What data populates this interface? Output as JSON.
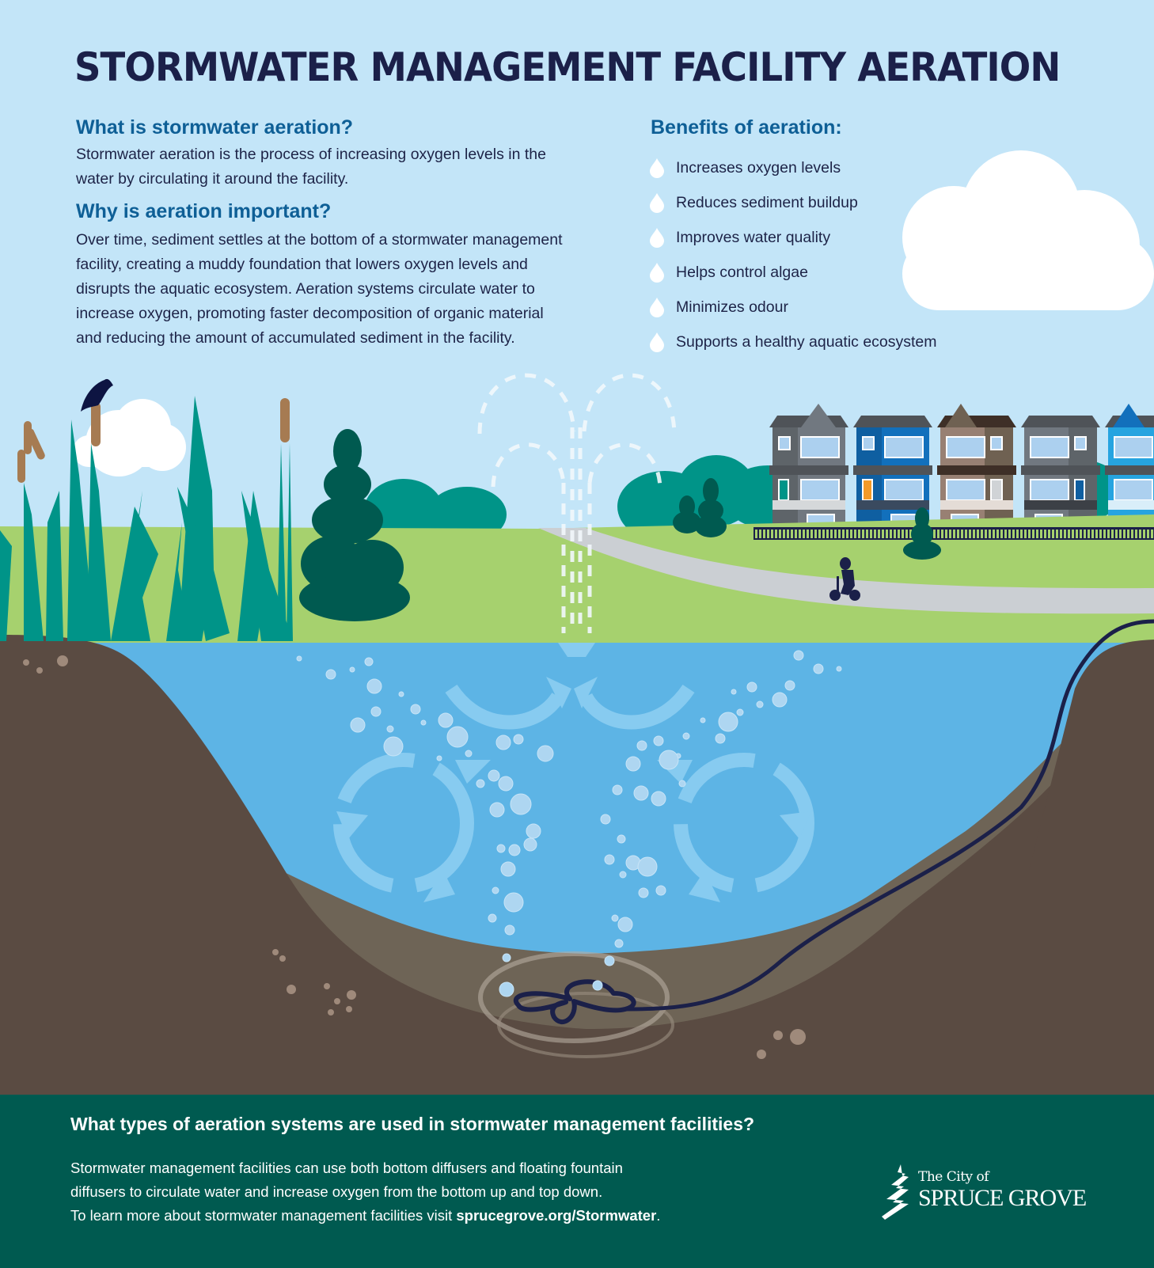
{
  "header": {
    "title": "STORMWATER MANAGEMENT FACILITY AERATION"
  },
  "intro": {
    "what_heading": "What is stormwater aeration?",
    "what_lines": [
      "Stormwater aeration is the process of increasing oxygen levels in the",
      "water by circulating it around the facility."
    ],
    "why_heading": "Why is aeration important?",
    "why_lines": [
      "Over time, sediment settles at the bottom of a stormwater management",
      "facility, creating a muddy foundation that lowers oxygen levels and",
      "disrupts the aquatic ecosystem. Aeration systems circulate water to",
      "increase oxygen, promoting faster decomposition of organic material",
      "and reducing the amount of accumulated sediment in the facility."
    ]
  },
  "benefits": {
    "heading": "Benefits of aeration:",
    "items": [
      {
        "icon": "water-drop-icon",
        "label": "Increases oxygen levels"
      },
      {
        "icon": "water-drop-icon",
        "label": "Reduces sediment buildup"
      },
      {
        "icon": "water-drop-icon",
        "label": "Improves water quality"
      },
      {
        "icon": "water-drop-icon",
        "label": "Helps control algae"
      },
      {
        "icon": "water-drop-icon",
        "label": "Minimizes odour"
      },
      {
        "icon": "water-drop-icon",
        "label": "Supports a healthy aquatic ecosystem"
      }
    ]
  },
  "footer": {
    "question": "What types of aeration systems are used in stormwater management facilities?",
    "lines": [
      "Stormwater management facilities can use both bottom diffusers and floating fountain",
      "diffusers to circulate water and increase oxygen from the bottom up and top down."
    ],
    "link_prefix": "To learn more about stormwater management facilities visit ",
    "link_text": "sprucegrove.org/Stormwater",
    "link_suffix": "."
  },
  "logo": {
    "line1": "The City of",
    "line2": "SPRUCE GROVE"
  },
  "colors": {
    "sky": "#c3e5f8",
    "title": "#1b2049",
    "heading": "#0e5f96",
    "grass": "#a6d16e",
    "reeds": "#009488",
    "tree": "#005a50",
    "water": "#5db4e5",
    "soil": "#5a4b42",
    "sediment": "#6e6456",
    "footer": "#005a50"
  }
}
